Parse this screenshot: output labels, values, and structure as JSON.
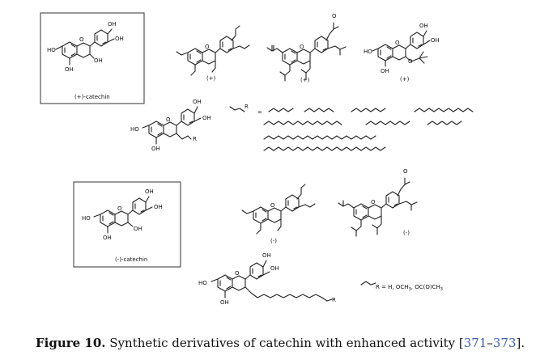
{
  "caption": {
    "label": "Figure 10.",
    "text": " Synthetic derivatives of catechin with enhanced activity [",
    "ref_start": "371",
    "ref_dash": "–",
    "ref_end": "373",
    "tail": "]."
  },
  "structures": {
    "plus_catechin": "(+)-catechin",
    "minus_catechin": "(-)-catechin",
    "oh": "OH",
    "ho": "HO",
    "o": "O",
    "r": "R",
    "plus": "(+)",
    "minus": "(-)",
    "equals": "=",
    "r_def": "R = H, OCH",
    "r_def_sub": "3",
    "r_def_tail": ", OC(O)CH",
    "r_def_tail_sub": "3"
  }
}
